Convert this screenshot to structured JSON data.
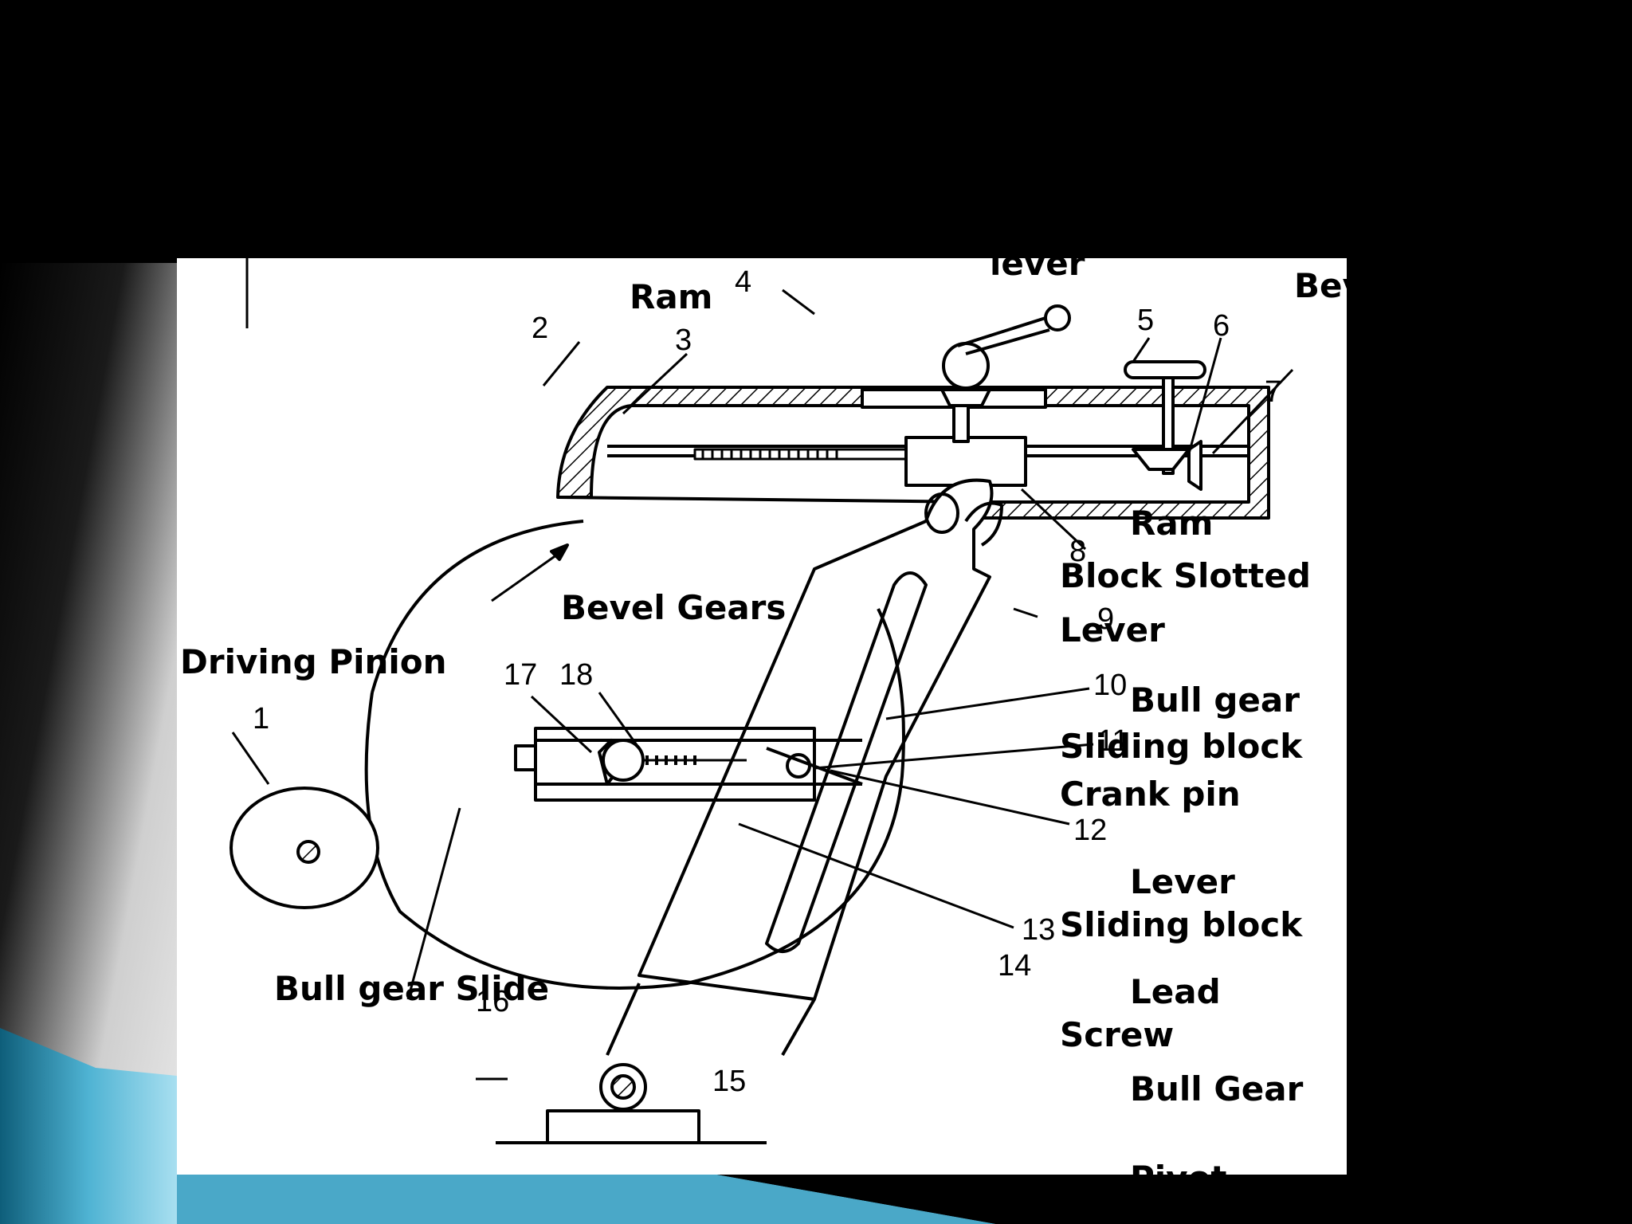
{
  "slide": {
    "title_lines": [
      "",
      ""
    ]
  },
  "diagram": {
    "labels": {
      "lever_top": "lever",
      "ram_top": "Ram",
      "bevel_cut": "Bev",
      "ram_right": "Ram",
      "block_slotted": "Block  Slotted",
      "lever": "Lever",
      "bevel_gears": "Bevel Gears",
      "driving_pinion": "Driving Pinion",
      "bull_gear": "Bull gear",
      "sliding_block": "Sliding block",
      "crank_pin": "Crank pin",
      "lever2": "Lever",
      "sliding_block2": "Sliding  block",
      "lead": "Lead",
      "screw": "Screw",
      "bull_gear_cap": "Bull Gear",
      "bull_gear_slide": "Bull gear Slide",
      "pivot_cut": "Pivot"
    },
    "numbers": [
      "1",
      "2",
      "3",
      "4",
      "5",
      "6",
      "7",
      "8",
      "9",
      "10",
      "11",
      "12",
      "13",
      "14",
      "15",
      "16",
      "17",
      "18"
    ]
  }
}
